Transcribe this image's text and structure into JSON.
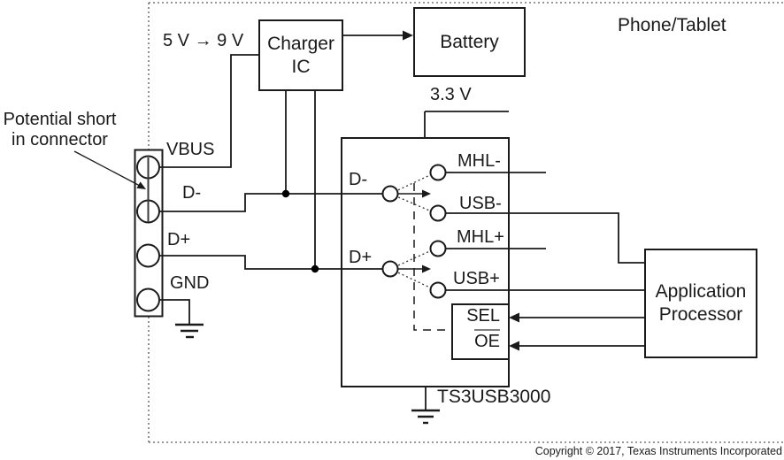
{
  "boundary": {
    "label": "Phone/Tablet"
  },
  "annotation": {
    "line1": "Potential short",
    "line2": "in connector"
  },
  "supplies": {
    "charger_io": "5 V → 9 V",
    "switch_rail": "3.3 V"
  },
  "connector": {
    "pins": [
      "VBUS",
      "D-",
      "D+",
      "GND"
    ]
  },
  "blocks": {
    "charger": {
      "line1": "Charger",
      "line2": "IC"
    },
    "battery": {
      "label": "Battery"
    },
    "application_processor": {
      "line1": "Application",
      "line2": "Processor"
    },
    "switch": {
      "label": "TS3USB3000"
    }
  },
  "switch_pins": {
    "input_minus": "D-",
    "input_plus": "D+",
    "mhl_minus": "MHL-",
    "usb_minus": "USB-",
    "mhl_plus": "MHL+",
    "usb_plus": "USB+",
    "select": "SEL",
    "output_enable": "OE"
  },
  "footer": {
    "copyright": "Copyright © 2017, Texas Instruments Incorporated"
  },
  "colors": {
    "ink": "#1a1a1a",
    "boundary_dotted": "#777777",
    "oe_overline": "#808080"
  }
}
